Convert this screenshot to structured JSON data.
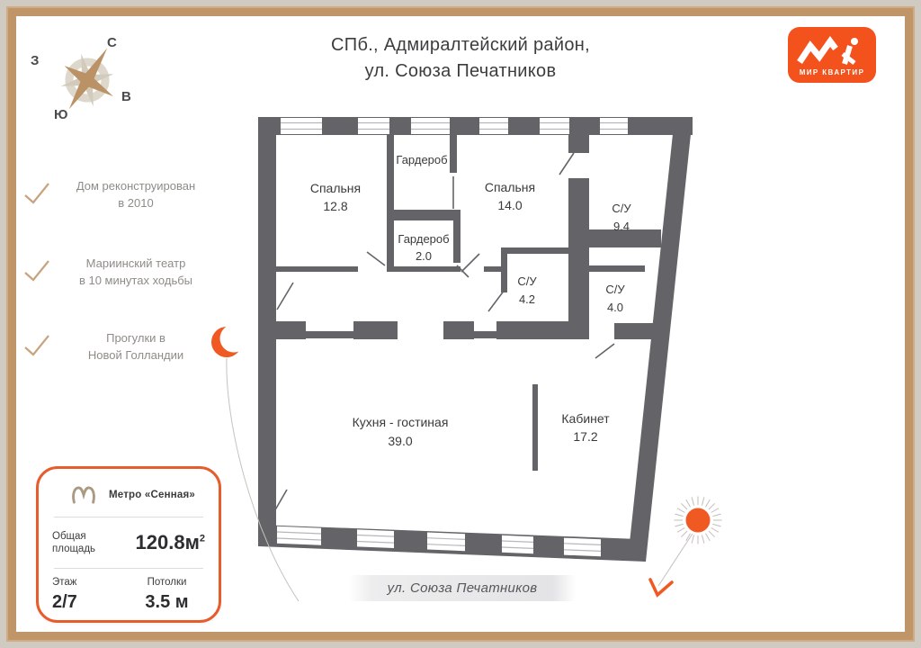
{
  "header": {
    "title_line1": "СПб., Адмиралтейский район,",
    "title_line2": "ул. Союза Печатников"
  },
  "compass": {
    "north": "С",
    "south": "Ю",
    "west": "З",
    "east": "В"
  },
  "logo": {
    "caption": "МИР КВАРТИР"
  },
  "features": [
    {
      "line1": "Дом реконструирован",
      "line2": "в 2010"
    },
    {
      "line1": "Мариинский театр",
      "line2": "в 10 минутах ходьбы"
    },
    {
      "line1": "Прогулки в",
      "line2": "Новой Голландии"
    }
  ],
  "plan": {
    "rooms": [
      {
        "name": "Спальня",
        "area": "12.8"
      },
      {
        "name": "Гардероб",
        "area": ""
      },
      {
        "name": "Спальня",
        "area": "14.0"
      },
      {
        "name": "С/У",
        "area": "9.4"
      },
      {
        "name": "Гардероб",
        "area": "2.0"
      },
      {
        "name": "С/У",
        "area": "4.2"
      },
      {
        "name": "С/У",
        "area": "4.0"
      },
      {
        "name": "Кухня - гостиная",
        "area": "39.0"
      },
      {
        "name": "Кабинет",
        "area": "17.2"
      }
    ],
    "street_label": "ул. Союза Печатников"
  },
  "info_card": {
    "metro": "Метро «Сенная»",
    "area_label_1": "Общая",
    "area_label_2": "площадь",
    "area_value": "120.8м",
    "area_sup": "2",
    "floor_label": "Этаж",
    "floor_value": "2/7",
    "ceiling_label": "Потолки",
    "ceiling_value": "3.5 м"
  },
  "colors": {
    "accent_orange": "#f4521c",
    "frame_tan": "#c0956a",
    "wall_gray": "#646468",
    "check_tan": "#c8a47e"
  }
}
